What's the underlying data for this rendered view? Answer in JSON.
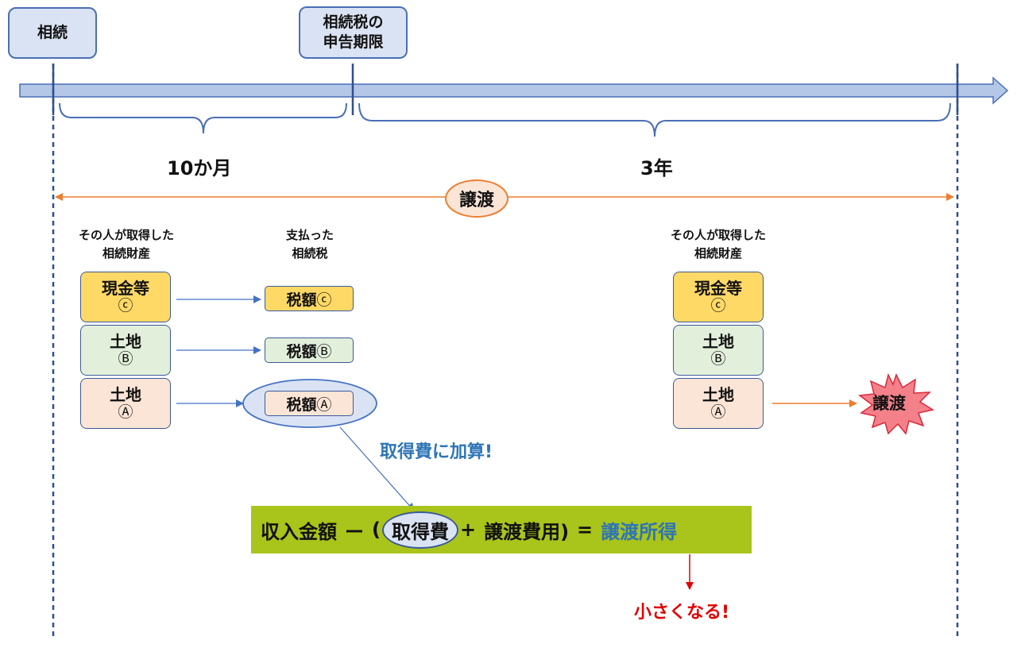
{
  "timeline": {
    "start_label": "相続",
    "deadline_label": [
      "相続税の",
      "申告期限"
    ],
    "period1": "10か月",
    "period2": "3年",
    "transfer_period_label": "譲渡"
  },
  "left": {
    "caption": [
      "その人が取得した",
      "相続財産"
    ],
    "assets": [
      {
        "name": "現金等",
        "symbol": "ⓒ",
        "color": "#ffd966"
      },
      {
        "name": "土地",
        "symbol": "Ⓑ",
        "color": "#e2efda"
      },
      {
        "name": "土地",
        "symbol": "Ⓐ",
        "color": "#fbe5d6"
      }
    ]
  },
  "middle": {
    "caption": [
      "支払った",
      "相続税"
    ],
    "taxes": [
      {
        "label": "税額",
        "symbol": "ⓒ"
      },
      {
        "label": "税額",
        "symbol": "Ⓑ"
      },
      {
        "label": "税額",
        "symbol": "Ⓐ"
      }
    ]
  },
  "right": {
    "caption": [
      "その人が取得した",
      "相続財産"
    ],
    "assets": [
      {
        "name": "現金等",
        "symbol": "ⓒ"
      },
      {
        "name": "土地",
        "symbol": "Ⓑ"
      },
      {
        "name": "土地",
        "symbol": "Ⓐ"
      }
    ],
    "burst_label": "譲渡"
  },
  "notes": {
    "add_to_cost": "取得費に加算!",
    "smaller": "小さくなる!"
  },
  "formula": {
    "revenue": "収入金額",
    "minus": "ー",
    "open": "(",
    "cost": "取得費",
    "plus": "+",
    "expenses": "譲渡費用)",
    "equals": "=",
    "result": "譲渡所得"
  },
  "colors": {
    "timeline": "#4a6fb5",
    "transfer_arrow": "#ed7d31",
    "link_arrow": "#4472c4",
    "formula_bg": "#a9c41a",
    "burst": "#f4808a",
    "highlight": "#e00000"
  }
}
